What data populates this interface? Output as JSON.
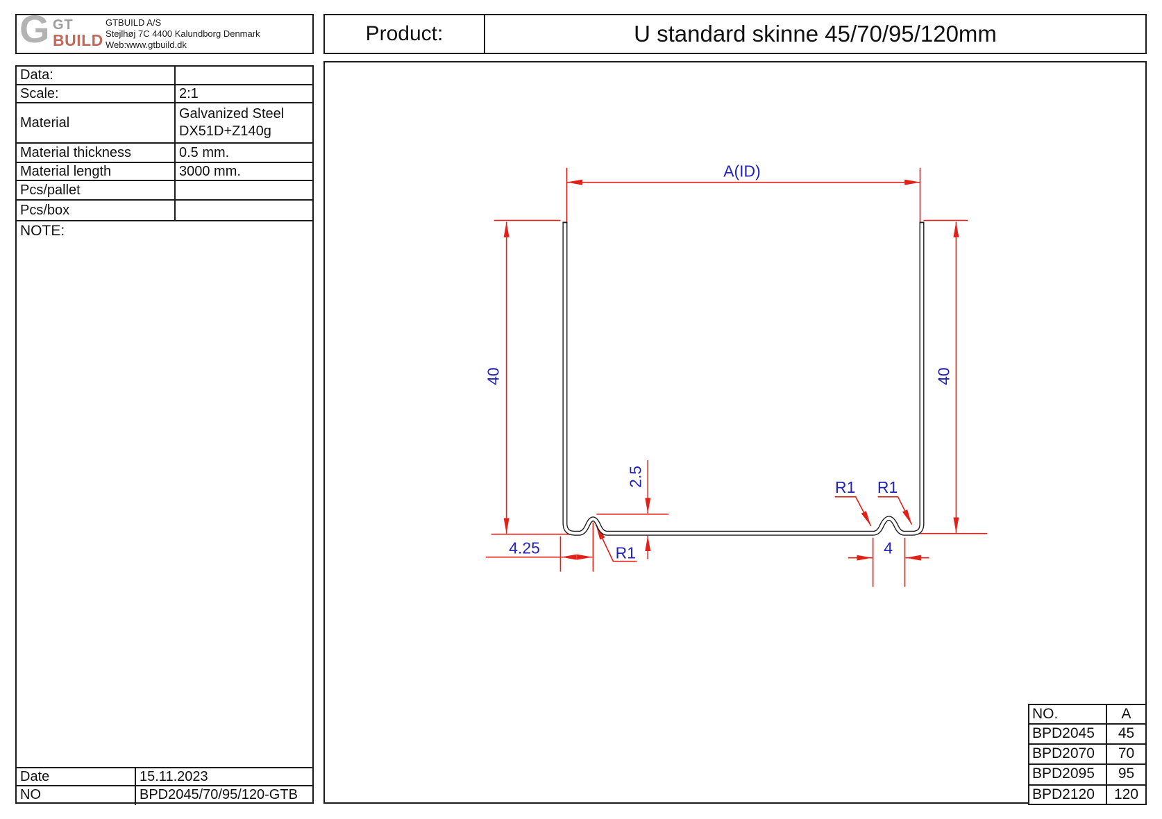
{
  "header": {
    "logo": {
      "g_glyph": "G",
      "gt": "GT",
      "build": "BUILD"
    },
    "company": {
      "name": "GTBUILD A/S",
      "address": "Stejlhøj 7C 4400 Kalundborg Denmark",
      "web": "Web:www.gtbuild.dk"
    },
    "product_label": "Product:",
    "product_title": "U standard skinne 45/70/95/120mm"
  },
  "spec_table": {
    "rows": [
      {
        "label": "Data:",
        "value": ""
      },
      {
        "label": "Scale:",
        "value": "2:1"
      },
      {
        "label": "Material",
        "value": "Galvanized Steel\nDX51D+Z140g"
      },
      {
        "label": "Material thickness",
        "value": "0.5 mm."
      },
      {
        "label": "Material length",
        "value": "3000 mm."
      },
      {
        "label": "Pcs/pallet",
        "value": ""
      },
      {
        "label": "Pcs/box",
        "value": ""
      }
    ]
  },
  "note_label": "NOTE:",
  "footer_table": {
    "rows": [
      {
        "label": "Date",
        "value": "15.11.2023"
      },
      {
        "label": "NO",
        "value": "BPD2045/70/95/120-GTB"
      }
    ]
  },
  "drawing": {
    "dimensions": {
      "inner_width": "A(ID)",
      "leg_height_left": "40",
      "leg_height_right": "40",
      "rib_height": "2.5",
      "rib_offset": "4.25",
      "rib_width": "4",
      "radius_left": "R1",
      "radius_right_1": "R1",
      "radius_right_2": "R1"
    }
  },
  "size_table": {
    "headers": [
      "NO.",
      "A"
    ],
    "rows": [
      [
        "BPD2045",
        "45"
      ],
      [
        "BPD2070",
        "70"
      ],
      [
        "BPD2095",
        "95"
      ],
      [
        "BPD2120",
        "120"
      ]
    ]
  },
  "colors": {
    "dimension_line": "#e32017",
    "dimension_text": "#2323bb",
    "drawing_line": "#1c1c1c",
    "logo_gray": "#9c9c9c",
    "logo_red": "#c06b5c"
  }
}
